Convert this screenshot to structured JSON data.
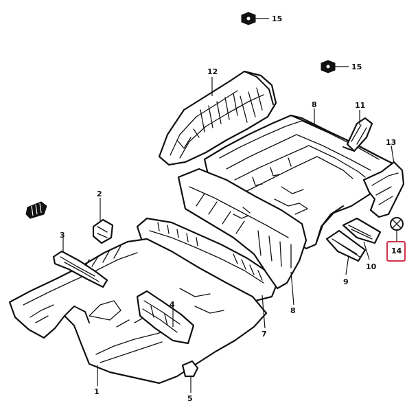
{
  "diagram": {
    "callouts": {
      "c1": "1",
      "c2": "2",
      "c3": "3",
      "c4": "4",
      "c5": "5",
      "c7": "7",
      "c8a": "8",
      "c8b": "8",
      "c9": "9",
      "c10": "10",
      "c11": "11",
      "c12": "12",
      "c13": "13",
      "c14": "14",
      "c15a": "15",
      "c15b": "15"
    },
    "highlight_color": "#d3314a",
    "highlighted_callout": "14"
  }
}
